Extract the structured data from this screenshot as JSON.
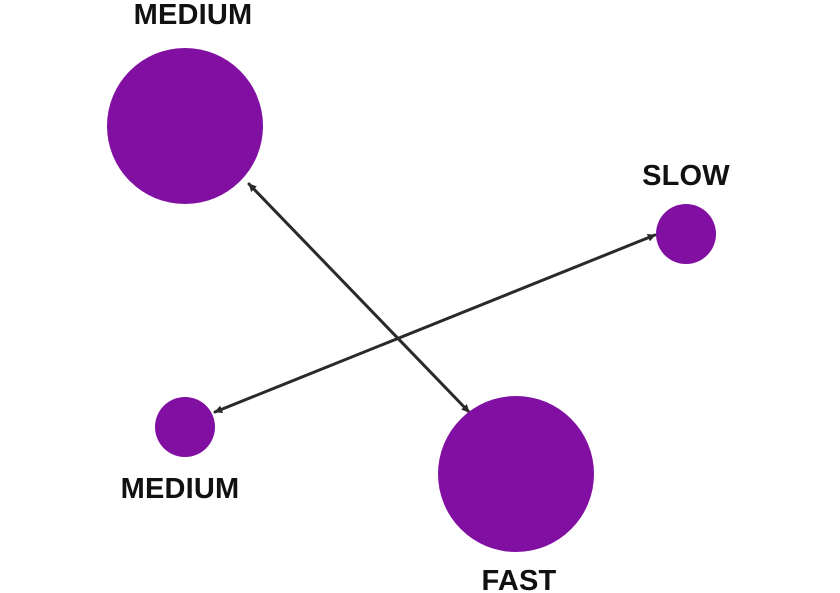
{
  "colors": {
    "node_fill": "#800fa2",
    "edge_stroke": "#2a2a2a",
    "label_text": "#111111"
  },
  "nodes": [
    {
      "id": "n1",
      "label": "MEDIUM"
    },
    {
      "id": "n2",
      "label": "SLOW"
    },
    {
      "id": "n3",
      "label": "MEDIUM"
    },
    {
      "id": "n4",
      "label": "FAST"
    }
  ],
  "edges": [
    {
      "from": "n1",
      "to": "n4",
      "direction": "both"
    },
    {
      "from": "n3",
      "to": "n2",
      "direction": "both"
    }
  ]
}
